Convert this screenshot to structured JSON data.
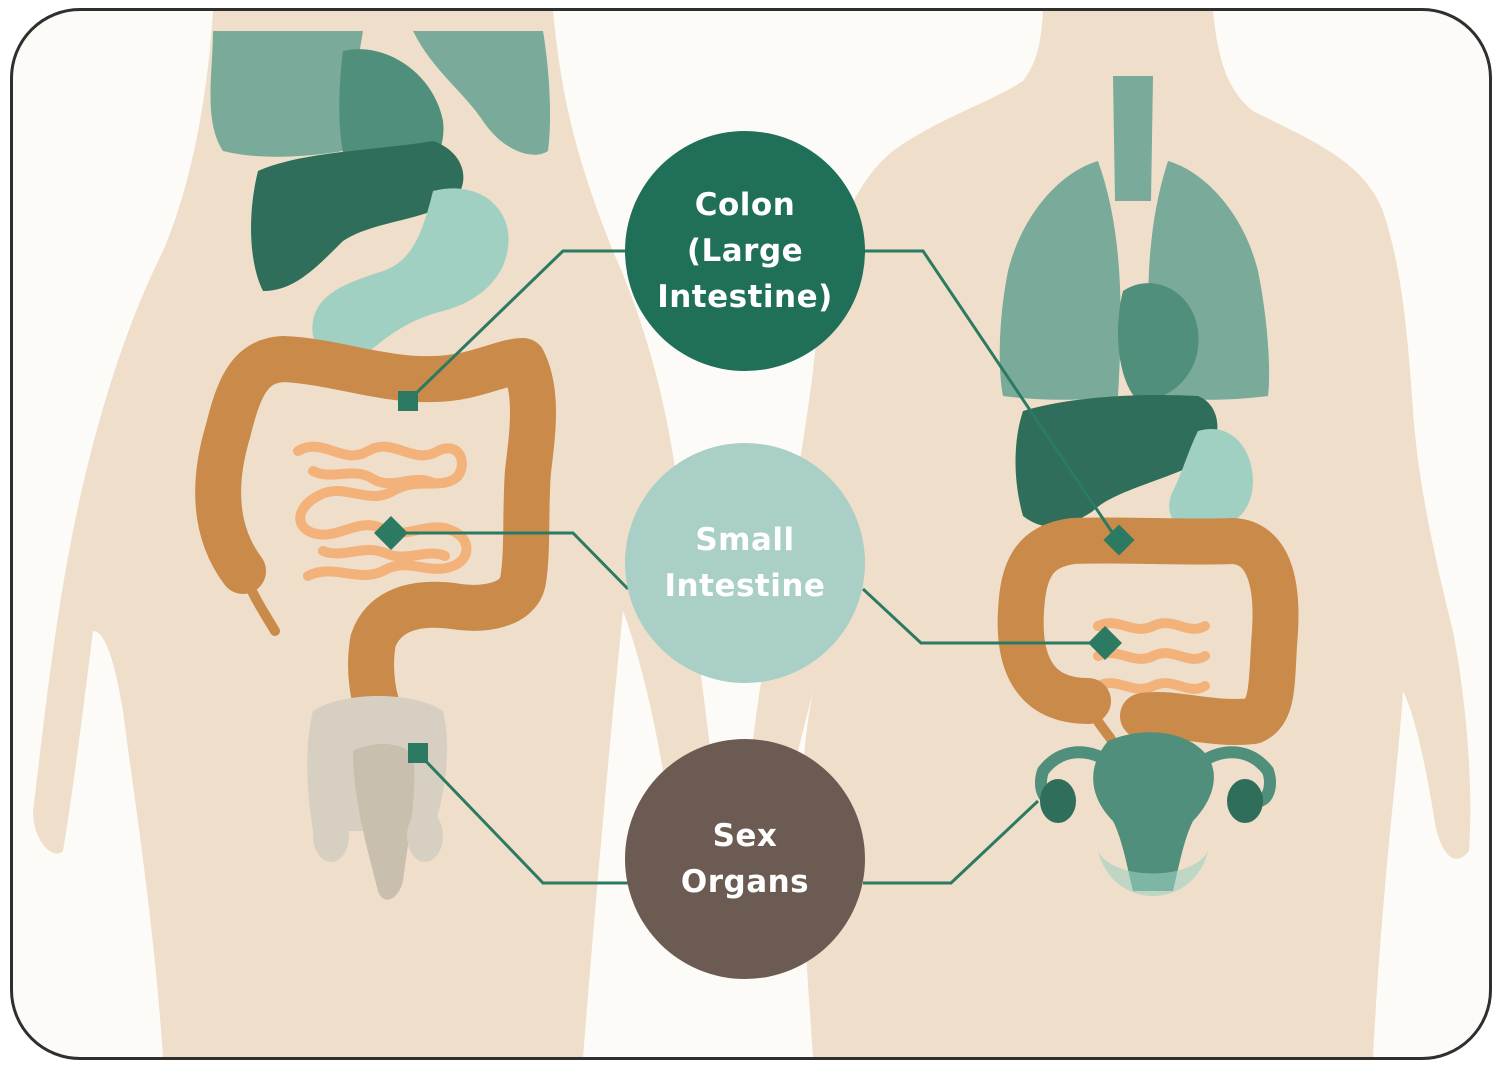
{
  "labels": {
    "colon": {
      "text": "Colon\n(Large\nIntestine)",
      "color": "#1f6f59"
    },
    "small_intestine": {
      "text": "Small\nIntestine",
      "color": "#a9cfc6"
    },
    "sex_organs": {
      "text": "Sex\nOrgans",
      "color": "#6b5b52"
    }
  },
  "colors": {
    "skin": "#efdfca",
    "organ_dark": "#2f6e5a",
    "organ_mid": "#4f8f7b",
    "organ_light": "#7aaa9a",
    "stomach": "#9fd0c2",
    "colon": "#c98a4a",
    "small_intestine": "#f2b27a",
    "connector": "#2b7a61",
    "male_organ": "#d7d0c2"
  }
}
